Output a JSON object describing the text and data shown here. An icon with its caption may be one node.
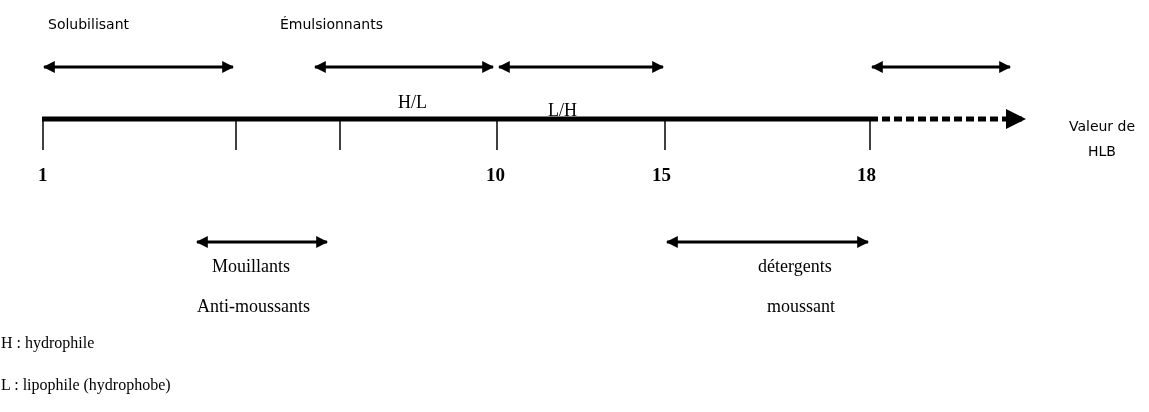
{
  "diagram": {
    "labels": [
      "Solubilisant",
      "Émulsionnants",
      "H/L",
      "L/H",
      "Valeur de HLB",
      "1",
      "10",
      "15",
      "18",
      "Mouillants",
      "détergents",
      "Anti-moussants",
      "moussant",
      "H : hydrophile",
      "L : lipophile (hydrophobe)"
    ]
  }
}
